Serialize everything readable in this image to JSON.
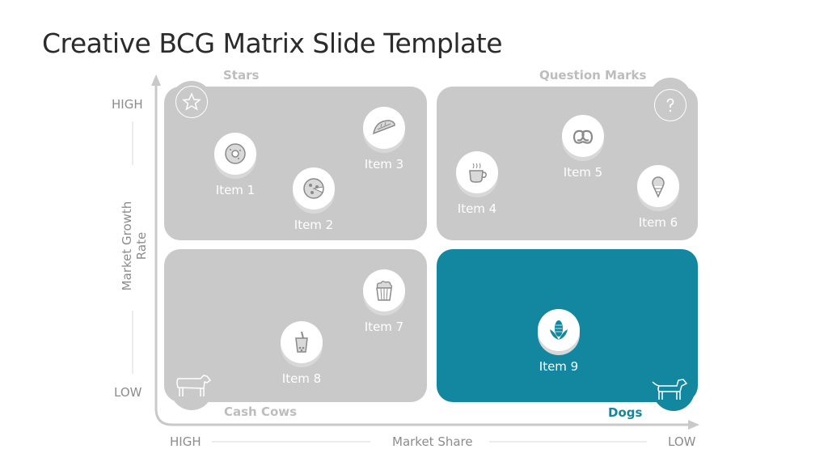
{
  "title": "Creative BCG Matrix Slide Template",
  "y_axis": {
    "label": "Market Growth Rate",
    "high": "HIGH",
    "low": "LOW"
  },
  "x_axis": {
    "label": "Market Share",
    "high": "HIGH",
    "low": "LOW"
  },
  "quadrants": {
    "stars": {
      "label": "Stars",
      "icon": "star-icon"
    },
    "question_marks": {
      "label": "Question Marks",
      "icon": "question-icon"
    },
    "cash_cows": {
      "label": "Cash Cows",
      "icon": "cow-icon"
    },
    "dogs": {
      "label": "Dogs",
      "icon": "dog-icon",
      "color": "#13879f"
    }
  },
  "items": [
    {
      "label": "Item 1",
      "icon": "donut-icon"
    },
    {
      "label": "Item 2",
      "icon": "pizza-icon"
    },
    {
      "label": "Item 3",
      "icon": "taco-icon"
    },
    {
      "label": "Item 4",
      "icon": "coffee-icon"
    },
    {
      "label": "Item 5",
      "icon": "pretzel-icon"
    },
    {
      "label": "Item 6",
      "icon": "ice-cream-icon"
    },
    {
      "label": "Item 7",
      "icon": "popcorn-icon"
    },
    {
      "label": "Item 8",
      "icon": "bubble-tea-icon"
    },
    {
      "label": "Item 9",
      "icon": "corn-icon"
    }
  ],
  "colors": {
    "quadrant": "#c9c9c9",
    "accent": "#13879f"
  }
}
